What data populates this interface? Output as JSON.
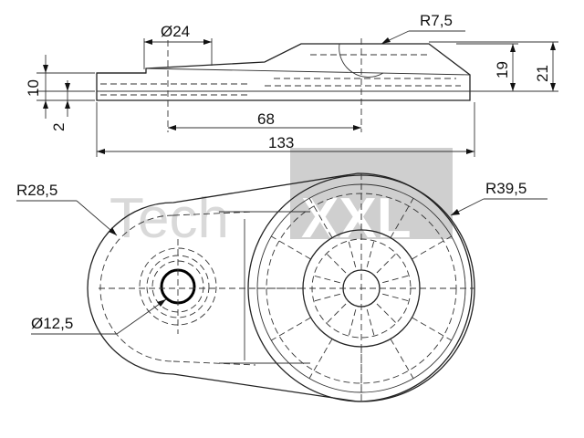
{
  "watermark": {
    "text_light": "Tech",
    "text_bold": "XXL",
    "color_light": "#d9d9d9",
    "color_box": "#cfcfcf",
    "color_bold_text": "#ffffff"
  },
  "dimensions": {
    "d24": "Ø24",
    "r7_5": "R7,5",
    "h10": "10",
    "h2": "2",
    "h19": "19",
    "h21": "21",
    "l68": "68",
    "l133": "133",
    "r28_5": "R28,5",
    "r39_5": "R39,5",
    "d12_5": "Ø12,5"
  }
}
